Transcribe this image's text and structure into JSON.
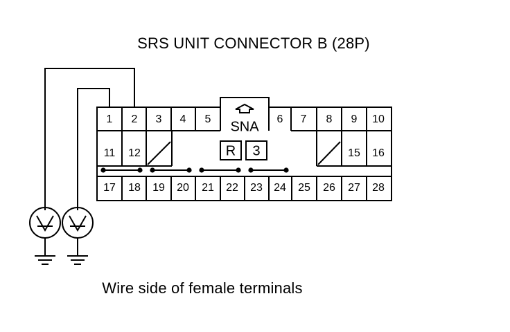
{
  "diagram": {
    "title": "SRS UNIT CONNECTOR B (28P)",
    "caption": "Wire side of female terminals",
    "keyway_label": "SNA",
    "keys": [
      "R",
      "3"
    ],
    "top_row": [
      "1",
      "2",
      "3",
      "4",
      "5",
      "6",
      "7",
      "8",
      "9",
      "10"
    ],
    "middle_row_left": [
      "11",
      "12"
    ],
    "middle_row_right": [
      "15",
      "16"
    ],
    "bottom_row": [
      "17",
      "18",
      "19",
      "20",
      "21",
      "22",
      "23",
      "24",
      "25",
      "26",
      "27",
      "28"
    ],
    "meter_icons": [
      "voltmeter-icon",
      "voltmeter-icon"
    ],
    "ground_icons": [
      "ground-icon",
      "ground-icon"
    ]
  }
}
